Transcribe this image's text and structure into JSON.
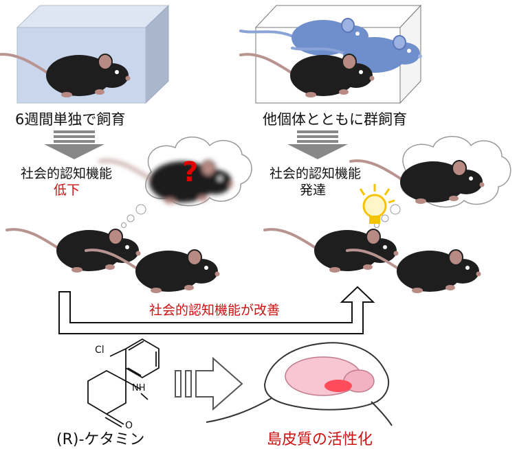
{
  "left": {
    "caption": "6週間単独で飼育",
    "state_line1": "社会的認知機能",
    "state_line2": "低下",
    "thought_symbol": "?"
  },
  "right": {
    "caption": "他個体とともに群飼育",
    "state_line1": "社会的認知機能",
    "state_line2": "発達"
  },
  "improvement_label": "社会的認知機能が改善",
  "drug": {
    "name": "(R)-ケタミン",
    "cl_label": "Cl",
    "nh_label": "NH",
    "o_label": "O"
  },
  "result_label": "島皮質の活性化",
  "colors": {
    "red_text": "#cc1111",
    "cage_blue": "#c9d6ec",
    "mouse_dark": "#1e1e1e",
    "mouse_ear": "#b88a84",
    "mouse_blue": "#6f8fcc",
    "bulb_yellow": "#f5c400",
    "brain_pink": "#f2a0b4"
  },
  "icons": [
    "mouse-icon",
    "cage-icon",
    "down-arrow-icon",
    "thought-cloud-icon",
    "lightbulb-icon",
    "right-arrow-icon",
    "brain-icon",
    "ketamine-structure-icon"
  ]
}
